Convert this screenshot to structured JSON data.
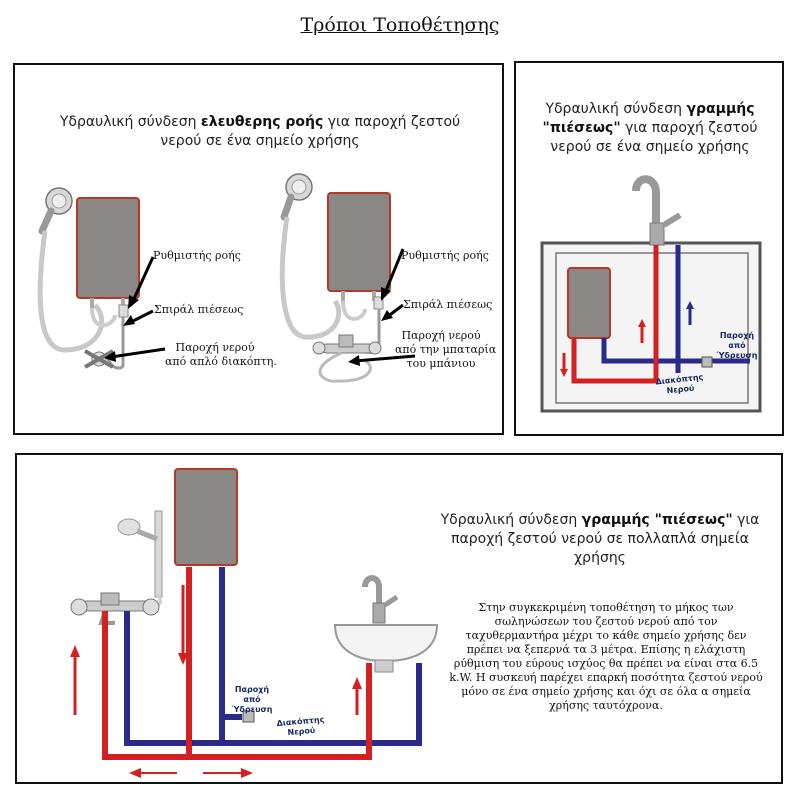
{
  "title": "Τρόποι Τοποθέτησης",
  "colors": {
    "hot_pipe": "#d42020",
    "cold_pipe": "#2a2a88",
    "heater_body": "#8a8784",
    "heater_trim": "#b23a2a"
  },
  "panel_free_flow": {
    "heading_pre": "Υδραυλική σύνδεση ",
    "heading_bold": "ελευθερης ροής",
    "heading_post": " για παροχή ζεστού νερού σε ένα σημείο χρήσης",
    "left": {
      "flow_regulator": "Ρυθμιστής ροής",
      "pressure_spiral": "Σπιράλ πιέσεως",
      "supply_line1": "Παροχή νερού",
      "supply_line2": "από απλό διακόπτη."
    },
    "right": {
      "flow_regulator": "Ρυθμιστής ροής",
      "pressure_spiral": "Σπιράλ πιέσεως",
      "supply_line1": "Παροχή νερού",
      "supply_line2": "από την μπαταρία",
      "supply_line3": "του μπάνιου"
    }
  },
  "panel_pressure_single": {
    "heading_pre": "Υδραυλική σύνδεση ",
    "heading_bold": "γραμμής \"πιέσεως\"",
    "heading_post": " για παροχή ζεστού νερού σε ένα σημείο χρήσης",
    "supply_line1": "Παροχή",
    "supply_line2": "από",
    "supply_line3": "Ύδρευση",
    "valve_line1": "Διακόπτης",
    "valve_line2": "Νερού"
  },
  "panel_pressure_multi": {
    "heading_pre": "Υδραυλική σύνδεση ",
    "heading_bold": "γραμμής \"πιέσεως\"",
    "heading_post": " για παροχή ζεστού νερού σε πολλαπλά σημεία χρήσης",
    "note": "Στην συγκεκριμένη τοποθέτηση το μήκος των σωληνώσεων του ζεστού νερού από τον ταχυθερμαντήρα μέχρι το κάθε σημείο χρήσης δεν πρέπει να ξεπερνά τα 3 μέτρα. Επίσης η ελάχιστη ρύθμιση του εύρους ισχύος θα πρέπει να είναι στα 6.5 k.W. Η συσκευή παρέχει επαρκή ποσότητα ζεστού νερού μόνο σε ένα σημείο χρήσης και όχι σε όλα α σημεία χρήσης ταυτόχρονα.",
    "supply_line1": "Παροχή",
    "supply_line2": "από",
    "supply_line3": "Ύδρευση",
    "valve_line1": "Διακόπτης",
    "valve_line2": "Νερού"
  }
}
